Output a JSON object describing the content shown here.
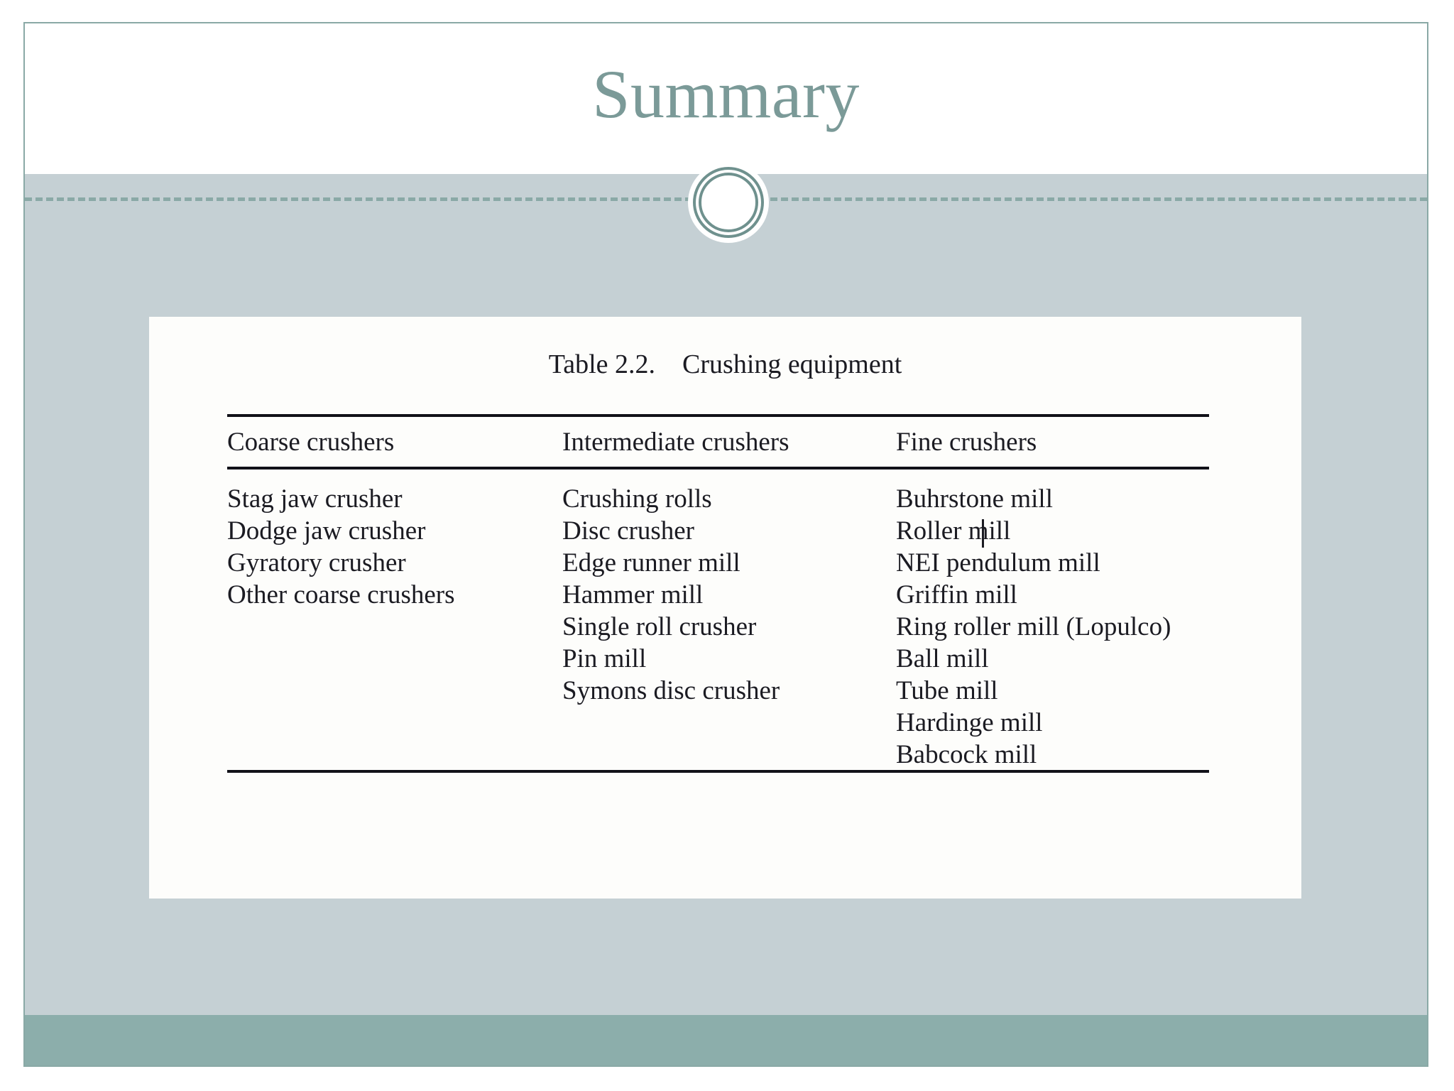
{
  "slide": {
    "title": "Summary",
    "colors": {
      "title": "#7b9a98",
      "border": "#8aa9a6",
      "body_panel": "#c5d0d4",
      "footer_bar": "#8caeab",
      "divider": "#8aa9a6",
      "ornament": "#6f918e",
      "content_background": "#fdfdfb",
      "table_text": "#1b1b22"
    }
  },
  "content": {
    "table_caption": "Table 2.2.    Crushing equipment",
    "table": {
      "headers": [
        "Coarse crushers",
        "Intermediate crushers",
        "Fine crushers"
      ],
      "columns": [
        [
          "Stag jaw crusher",
          "Dodge jaw crusher",
          "Gyratory crusher",
          "Other coarse crushers"
        ],
        [
          "Crushing rolls",
          "Disc crusher",
          "Edge runner mill",
          "Hammer mill",
          "Single roll crusher",
          "Pin mill",
          "Symons disc crusher"
        ],
        [
          "Buhrstone mill",
          "Roller mill",
          "NEI pendulum mill",
          "Griffin mill",
          "Ring roller mill (Lopulco)",
          "Ball mill",
          "Tube mill",
          "Hardinge mill",
          "Babcock mill"
        ]
      ]
    }
  }
}
